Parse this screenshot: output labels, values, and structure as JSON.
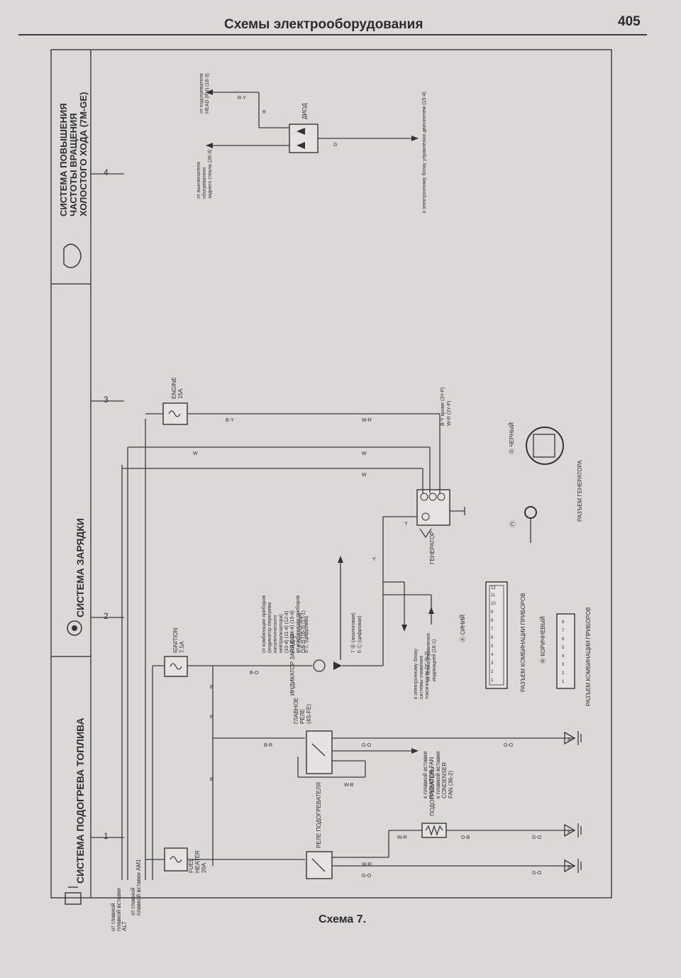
{
  "header": {
    "title": "Схемы электрооборудования",
    "page_number": "405"
  },
  "caption": "Схема 7.",
  "sections": {
    "fuel_heater": "СИСТЕМА ПОДОГРЕВА ТОПЛИВА",
    "charging": "СИСТЕМА ЗАРЯДКИ",
    "idle_up_line1": "СИСТЕМА ПОВЫШЕНИЯ",
    "idle_up_line2": "ЧАСТОТЫ ВРАЩЕНИЯ",
    "idle_up_line3": "ХОЛОСТОГО ХОДА (7M-GE)"
  },
  "column_numbers": [
    "1",
    "2",
    "3",
    "4"
  ],
  "sources": {
    "main_fuse_line1": "от главной",
    "main_fuse_line2": "плавкой вставки",
    "main_fuse_line3": "ALT",
    "am1_line1": "от главной",
    "am1_line2": "плавкой вставки AM1"
  },
  "fuses": {
    "fuel_heater": [
      "FUEL",
      "HEATER",
      "20A"
    ],
    "ignition": [
      "IGNITION",
      "7,5A"
    ],
    "engine": [
      "ENGINE",
      "15A"
    ]
  },
  "components": {
    "heater_relay": "РЕЛЕ ПОДОГРЕВАТЕЛЯ",
    "heater": "ПОДОГРЕВАТЕЛЬ",
    "main_relay_line1": "ГЛАВНОЕ",
    "main_relay_line2": "РЕЛЕ",
    "main_relay_line3": "(4S-FE)",
    "charge_indicator": "ИНДИКАТОР ЗАРЯДКИ",
    "generator": "ГЕНЕРАТОР",
    "diode": "ДИОД"
  },
  "indicator_pins": [
    "5 Ⓑ (аналоговая)",
    "5 Ⓒ (цифровая)",
    "7 Ⓑ (аналоговая)",
    "6 Ⓒ (цифровая)"
  ],
  "notes": {
    "radiator_fan": [
      "к плавкой вставке",
      "RADIATOR FAN",
      "к плавкой вставке",
      "CONDENSER",
      "FAN (36-2)"
    ],
    "instrument_cluster": [
      "от комбинации приборов",
      "(индикатор перегрева",
      "каталитического",
      "нейтрализатора)",
      "(10-4) (11-4) (12-4)",
      "(13-4) (14-4) (15-4)",
      "от комбинации приборов",
      "(16-1) (16-3) (17-1)"
    ],
    "ecu_toxicity": [
      "к электронному блоку",
      "системы снижения",
      "токсичности ОГ (8-2)"
    ],
    "indicator_block": [
      "от блока управления",
      "индикацией (16-1)"
    ],
    "rear_defogger": [
      "от выключателя",
      "обогревателя",
      "заднего стекла (26-3)"
    ],
    "heater_rh": [
      "от подогревателя",
      "HEAD (RH) (18-3)"
    ],
    "engine_ecu": "к электронному блоку управления двигателем (15-4)",
    "except_3y": "B-Y кроме (3Y-P)",
    "wr_3y": "W-R (3Y-P)"
  },
  "connectors": {
    "cluster_blue_key": "Ⓐ СИНИЙ",
    "cluster_brown_key": "Ⓑ КОРИЧНЕВЫЙ",
    "cluster_a_label": "РАЗЪЕМ КОМБИНАЦИИ ПРИБОРОВ",
    "cluster_b_label": "РАЗЪЕМ КОМБИНАЦИИ ПРИБОРОВ",
    "gen_c": "Ⓒ",
    "gen_d_key": "Ⓓ ЧЕРНЫЙ",
    "gen_label": "РАЗЪЕМ ГЕНЕРАТОРА",
    "cluster_a_pins": [
      "1",
      "2",
      "3",
      "4",
      "5",
      "6",
      "7",
      "8",
      "9",
      "10",
      "11",
      "12"
    ],
    "cluster_b_pins": [
      "1",
      "2",
      "3",
      "4",
      "5",
      "6",
      "7",
      "8"
    ]
  },
  "wire_codes": {
    "b": "B",
    "w": "W",
    "br": "B-R",
    "bo": "B-O",
    "by": "B-Y",
    "y": "Y",
    "wr": "W-R",
    "wb": "W-B",
    "ry": "R-Y",
    "r": "R",
    "g": "G",
    "go": "G-O",
    "ob": "O-B"
  },
  "ground_letters": [
    "B",
    "K",
    "B",
    "A"
  ]
}
